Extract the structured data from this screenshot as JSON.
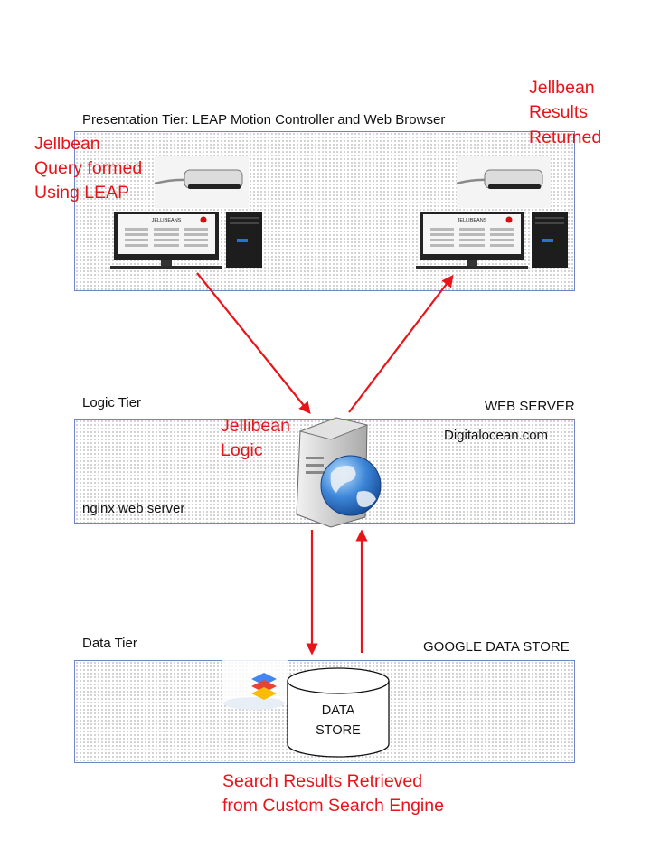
{
  "presentation": {
    "title": "Presentation Tier: LEAP Motion Controller and Web Browser",
    "query_note": [
      "Jellbean",
      "Query formed",
      "Using LEAP"
    ],
    "results_note": [
      "Jellbean",
      "Results",
      "Returned"
    ],
    "screen_title": "JELLIBEANS"
  },
  "logic": {
    "title": "Logic Tier",
    "right_label": "WEB SERVER",
    "host": "Digitalocean.com",
    "server": "nginx web server",
    "note": [
      "Jellibean",
      "Logic"
    ]
  },
  "data": {
    "title": "Data Tier",
    "right_label": "GOOGLE DATA STORE",
    "store_label": [
      "DATA",
      "STORE"
    ]
  },
  "search_note": [
    "Search Results Retrieved",
    "from Custom Search Engine"
  ],
  "colors": {
    "accent_red": "#e8141a",
    "box_border": "#6f86c6"
  }
}
